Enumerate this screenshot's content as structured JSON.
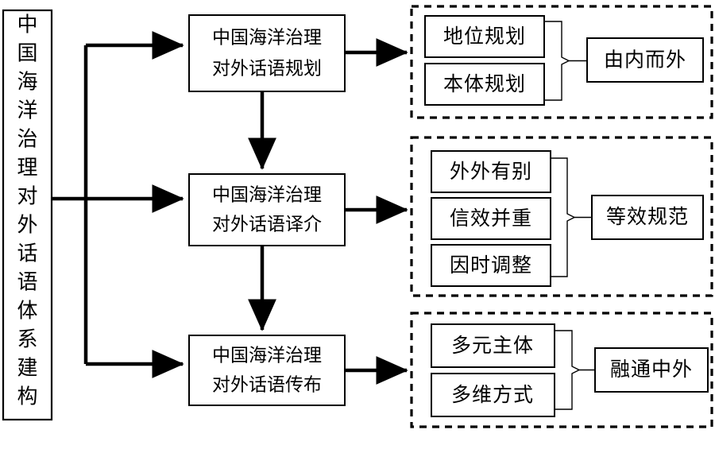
{
  "diagram": {
    "type": "flowchart",
    "title_box": {
      "text": "中国海洋治理对外话语体系建构",
      "orientation": "vertical",
      "chars": [
        "中",
        "国",
        "海",
        "洋",
        "治",
        "理",
        "对",
        "外",
        "话",
        "语",
        "体",
        "系",
        "建",
        "构"
      ]
    },
    "stages": [
      {
        "id": "stage-planning",
        "line1": "中国海洋治理",
        "line2": "对外话语规划",
        "group": {
          "items": [
            "地位规划",
            "本体规划"
          ],
          "result": "由内而外"
        }
      },
      {
        "id": "stage-translation",
        "line1": "中国海洋治理",
        "line2": "对外话语译介",
        "group": {
          "items": [
            "外外有别",
            "信效并重",
            "因时调整"
          ],
          "result": "等效规范"
        }
      },
      {
        "id": "stage-dissemination",
        "line1": "中国海洋治理",
        "line2": "对外话语传布",
        "group": {
          "items": [
            "多元主体",
            "多维方式"
          ],
          "result": "融通中外"
        }
      }
    ],
    "colors": {
      "stroke": "#000000",
      "fill": "#ffffff",
      "background": "#ffffff"
    }
  }
}
